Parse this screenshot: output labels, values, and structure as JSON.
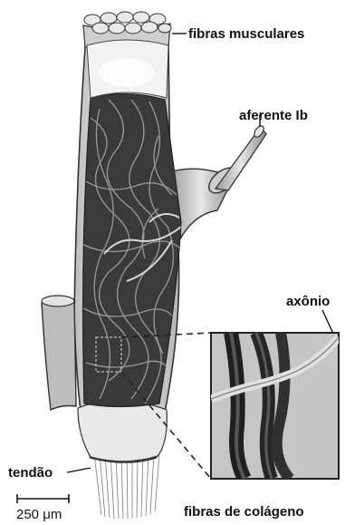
{
  "labels": {
    "muscle_fibers": "fibras musculares",
    "afferent": "aferente Ib",
    "axon": "axônio",
    "tendon": "tendão",
    "collagen": "fibras de colágeno"
  },
  "scale_bar": {
    "text": "250 μm"
  },
  "colors": {
    "capsule_fill": "#d9d9d9",
    "capsule_stroke": "#333333",
    "fiber_dark": "#2b2b2b",
    "inset_bg": "#c8c8c8",
    "label": "#111111"
  }
}
